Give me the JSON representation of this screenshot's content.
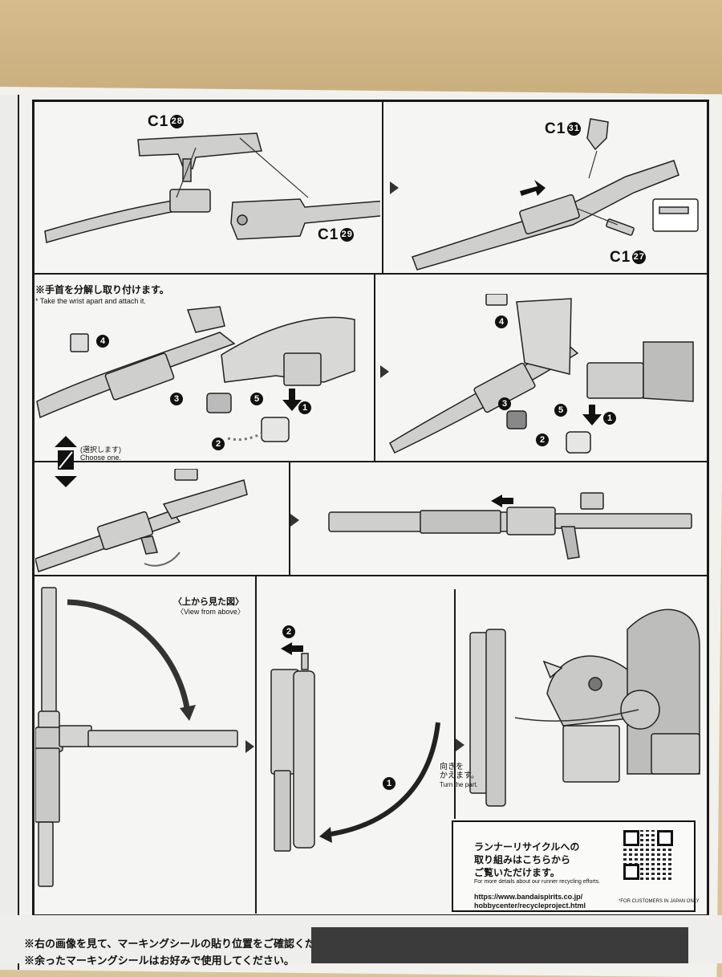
{
  "parts": {
    "c1_28": {
      "code": "C1",
      "num": "28"
    },
    "c1_29": {
      "code": "C1",
      "num": "29"
    },
    "c1_31": {
      "code": "C1",
      "num": "31"
    },
    "c1_27": {
      "code": "C1",
      "num": "27"
    }
  },
  "wrist_note": {
    "jp": "※手首を分解し取り付けます。",
    "en": "* Take the wrist apart and attach it."
  },
  "choose": {
    "jp": "(選択します)",
    "en": "Choose one."
  },
  "view_above": {
    "jp": "〈上から見た図〉",
    "en": "〈View from above〉"
  },
  "turn": {
    "jp": "向きを\nかえます。",
    "en": "Turn the part."
  },
  "steps": [
    "1",
    "2",
    "3",
    "4",
    "5"
  ],
  "recycle": {
    "jp_lines": [
      "ランナーリサイクルへの",
      "取り組みはこちらから",
      "ご覧いただけます。"
    ],
    "en": "For more details about our runner recycling efforts.",
    "url1": "https://www.bandaispirits.co.jp/",
    "url2": "hobbycenter/recycleproject.html",
    "footnote": "*FOR CUSTOMERS IN JAPAN ONLY"
  },
  "bottom_notes": [
    "※右の画像を見て、マーキングシールの貼り位置をご確認ください。",
    "※余ったマーキングシールはお好みで使用してください。"
  ],
  "colors": {
    "ink": "#1a1a1a",
    "paper": "#f5f5f3",
    "part_fill": "#c9c9c7",
    "part_dark": "#8d8d8b"
  }
}
